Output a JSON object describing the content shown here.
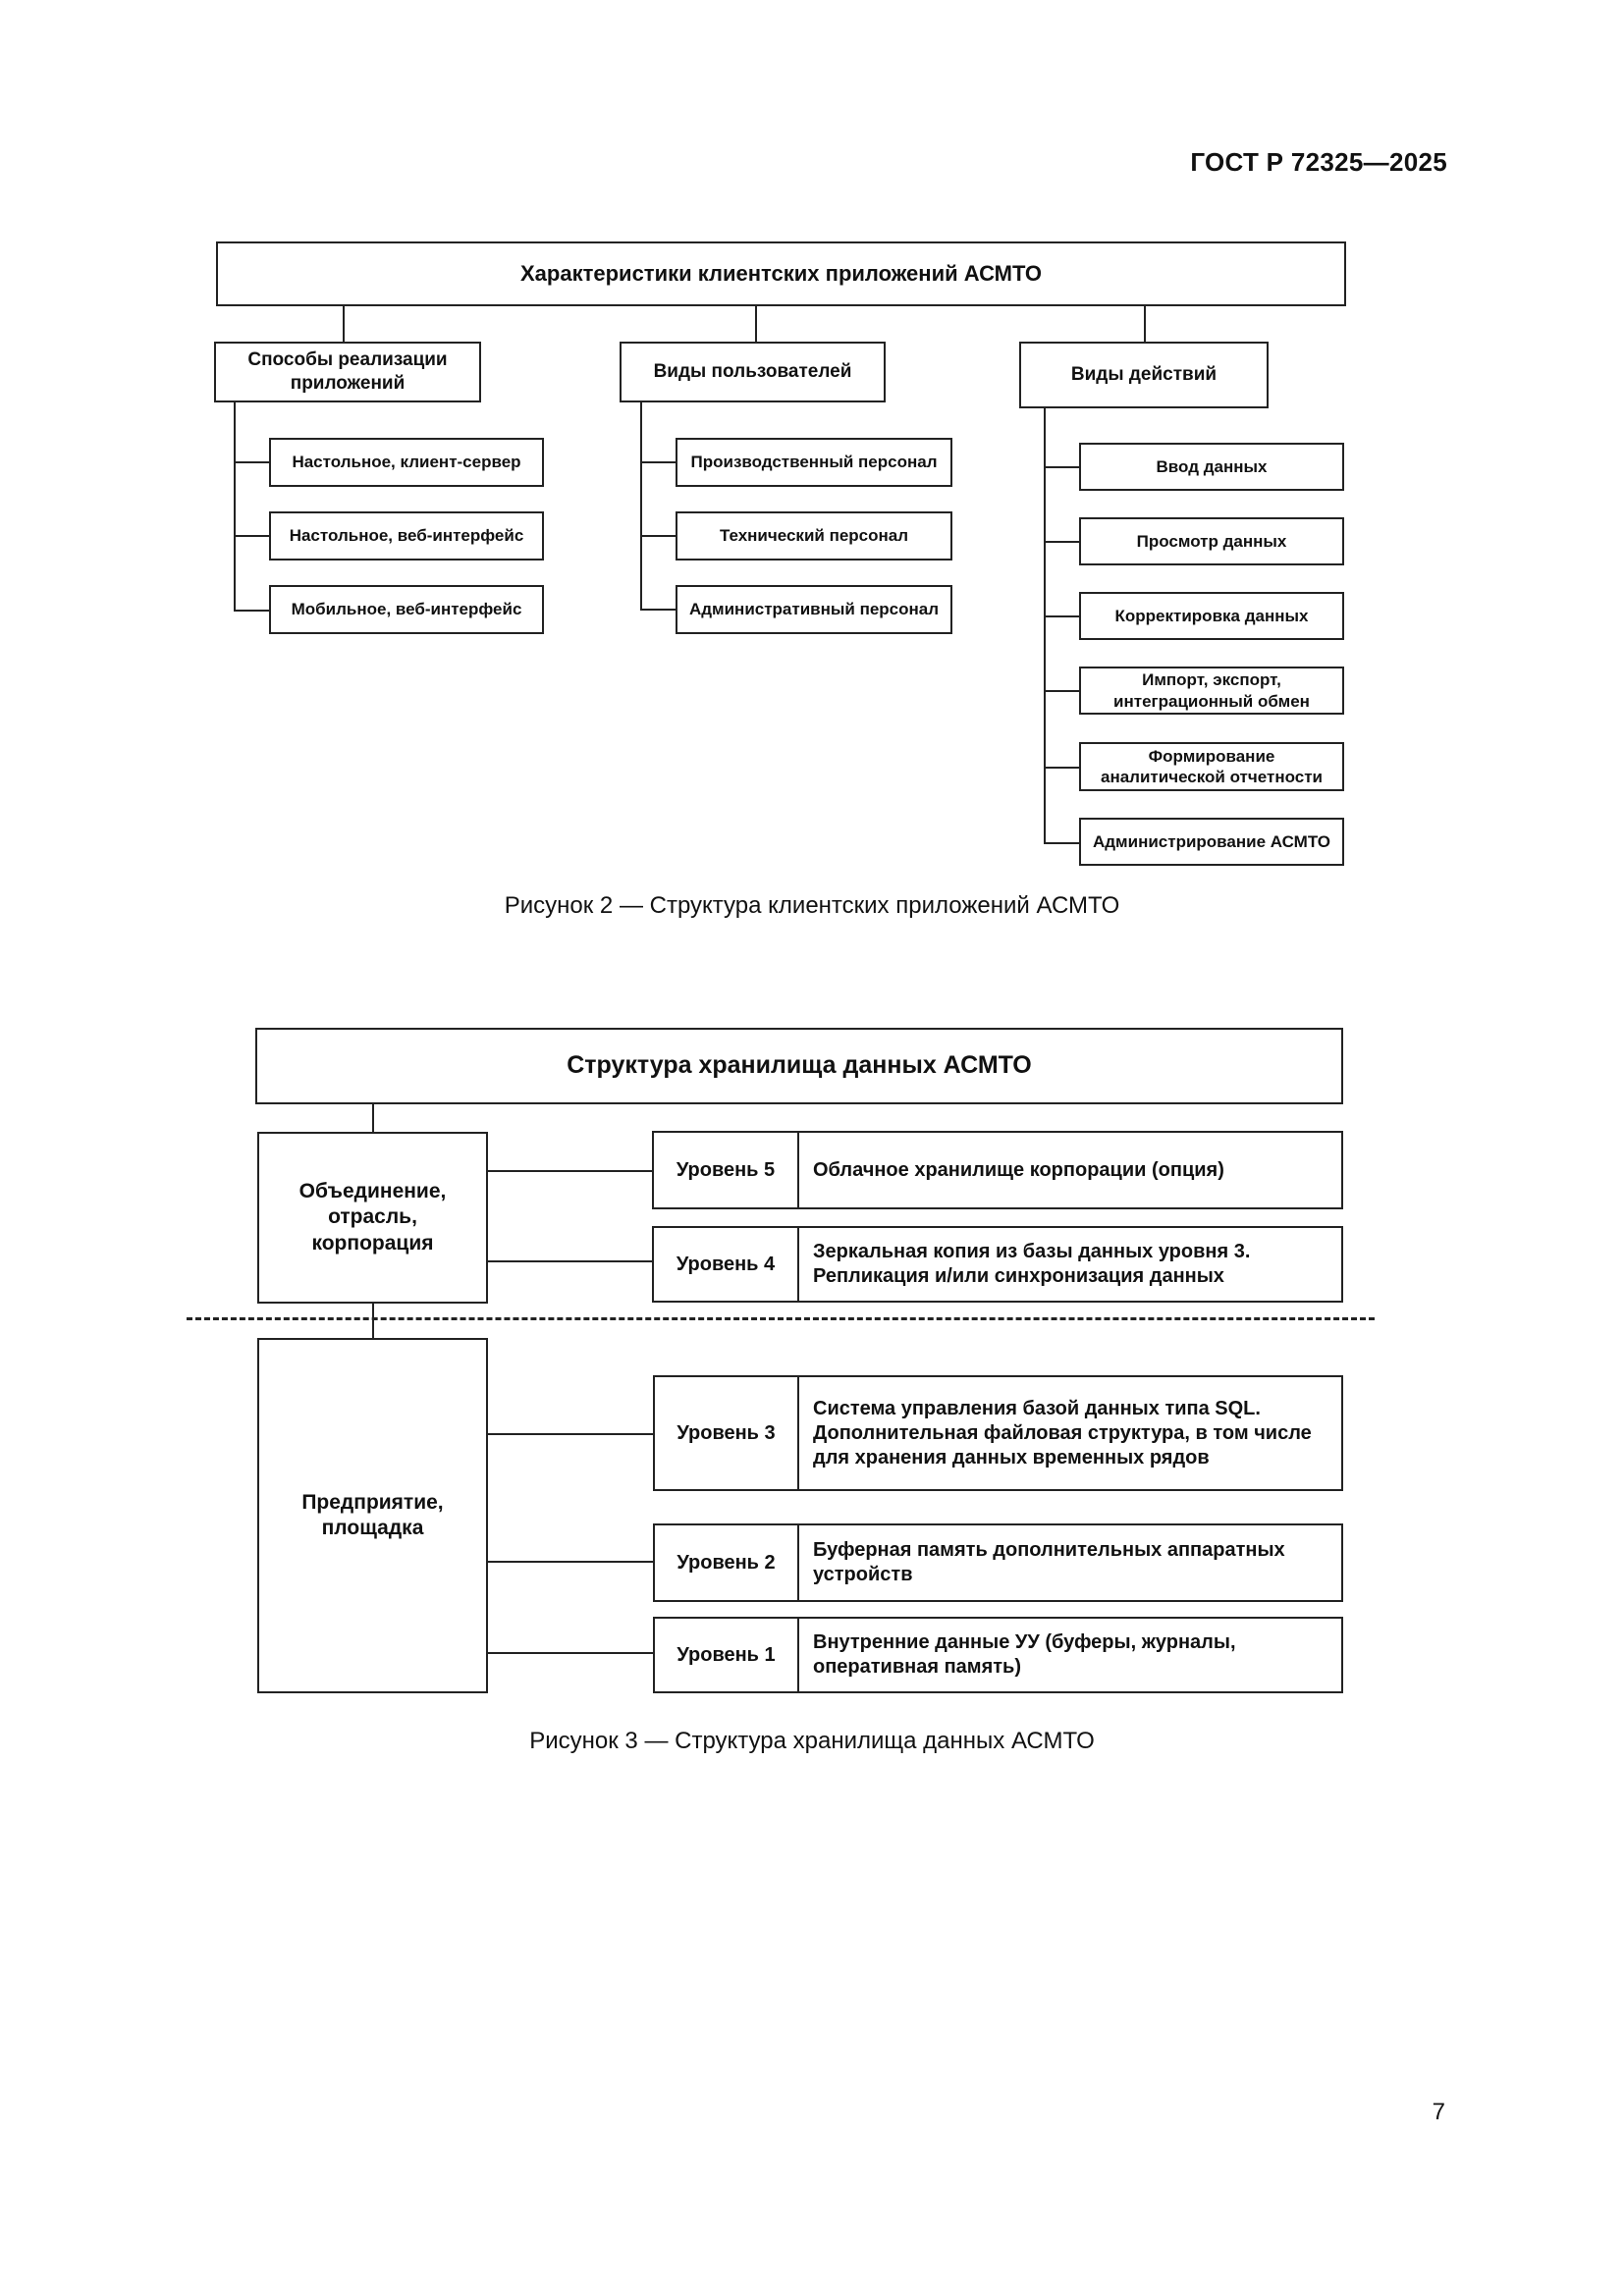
{
  "header": {
    "standard": "ГОСТ Р 72325—2025"
  },
  "figure2": {
    "title": "Характеристики клиентских приложений АСМТО",
    "categories": [
      {
        "label": "Способы реализации приложений",
        "items": [
          "Настольное, клиент-сервер",
          "Настольное, веб-интерфейс",
          "Мобильное, веб-интерфейс"
        ]
      },
      {
        "label": "Виды пользователей",
        "items": [
          "Производственный персонал",
          "Технический персонал",
          "Административный персонал"
        ]
      },
      {
        "label": "Виды действий",
        "items": [
          "Ввод данных",
          "Просмотр данных",
          "Корректировка данных",
          "Импорт, экспорт, интеграционный обмен",
          "Формирование аналитической отчетности",
          "Администрирование АСМТО"
        ]
      }
    ],
    "caption": "Рисунок 2 — Структура клиентских приложений АСМТО"
  },
  "figure3": {
    "title": "Структура хранилища данных АСМТО",
    "groups": [
      {
        "label": "Объединение, отрасль, корпорация"
      },
      {
        "label": "Предприятие, площадка"
      }
    ],
    "levels": [
      {
        "name": "Уровень 5",
        "desc": "Облачное хранилище корпорации (опция)"
      },
      {
        "name": "Уровень 4",
        "desc": "Зеркальная копия из базы данных уровня 3. Репликация и/или синхронизация данных"
      },
      {
        "name": "Уровень 3",
        "desc": "Система управления базой данных типа SQL. Дополнительная файловая структура, в том числе для хранения данных временных рядов"
      },
      {
        "name": "Уровень 2",
        "desc": "Буферная память дополнительных аппаратных устройств"
      },
      {
        "name": "Уровень 1",
        "desc": "Внутренние данные УУ (буферы, журналы, оперативная память)"
      }
    ],
    "caption": "Рисунок 3 — Структура хранилища данных АСМТО"
  },
  "footer": {
    "page_number": "7"
  }
}
